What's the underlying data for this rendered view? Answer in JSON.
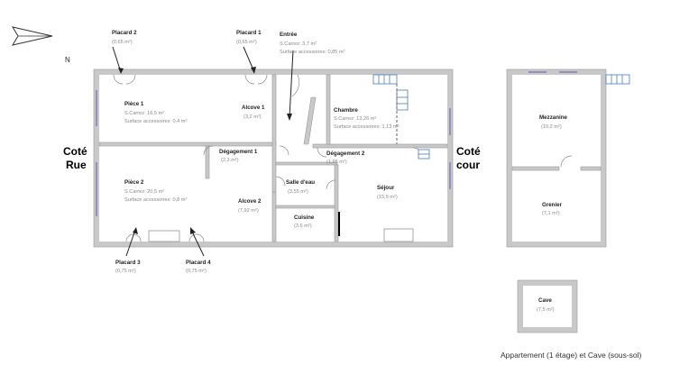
{
  "caption": "Appartement (1 étage) et Cave (sous-sol)",
  "north": "N",
  "sides": {
    "left": [
      "Coté",
      "Rue"
    ],
    "right": [
      "Coté",
      "cour"
    ]
  },
  "rooms": {
    "placard2": {
      "name": "Placard 2",
      "lines": [
        "(0,65 m²)"
      ]
    },
    "placard1": {
      "name": "Placard 1",
      "lines": [
        "(0,65 m²)"
      ]
    },
    "entree": {
      "name": "Entrée",
      "lines": [
        "S.Carrez: 3,7 m²",
        "Surface accessoires: 0,85 m²"
      ]
    },
    "piece1": {
      "name": "Pièce 1",
      "lines": [
        "S.Carrez: 16,5 m²",
        "Surface accessoires: 0,4 m²"
      ]
    },
    "alcove1": {
      "name": "Alcove 1",
      "lines": [
        "(3,2 m²)"
      ]
    },
    "chambre": {
      "name": "Chambre",
      "lines": [
        "S.Carrez: 13,26 m²",
        "Surface accessoires: 1,13 m²"
      ]
    },
    "degagement1": {
      "name": "Dégagement 1",
      "lines": [
        "(2,3 m²)"
      ]
    },
    "degagement2": {
      "name": "Dégagement 2",
      "lines": [
        "(1,95 m²)"
      ]
    },
    "piece2": {
      "name": "Pièce 2",
      "lines": [
        "S.Carrez: 20,5 m²",
        "Surface accessoires: 0,8 m²"
      ]
    },
    "alcove2": {
      "name": "Alcove 2",
      "lines": [
        "(7,92 m²)"
      ]
    },
    "salledeau": {
      "name": "Salle d'eau",
      "lines": [
        "(3,55 m²)"
      ]
    },
    "sejour": {
      "name": "Séjour",
      "lines": [
        "(15,9 m²)"
      ]
    },
    "cuisine": {
      "name": "Cuisine",
      "lines": [
        "(3,6 m²)"
      ]
    },
    "placard3": {
      "name": "Placard 3",
      "lines": [
        "(0,75 m²)"
      ]
    },
    "placard4": {
      "name": "Placard 4",
      "lines": [
        "(0,75 m²)"
      ]
    },
    "mezzanine": {
      "name": "Mezzanine",
      "lines": [
        "(10,2 m²)"
      ]
    },
    "grenier": {
      "name": "Grenier",
      "lines": [
        "(7,1 m²)"
      ]
    },
    "cave": {
      "name": "Cave",
      "lines": [
        "(7,5 m²)"
      ]
    }
  }
}
